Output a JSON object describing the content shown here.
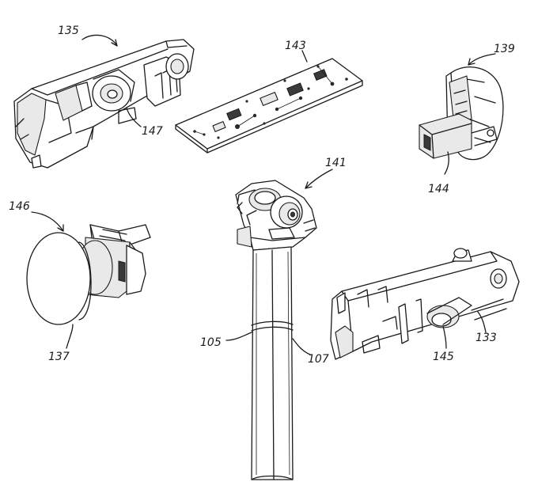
{
  "labels": {
    "l135": "135",
    "l143": "143",
    "l139": "139",
    "l147": "147",
    "l144": "144",
    "l141": "141",
    "l146": "146",
    "l105": "105",
    "l107": "107",
    "l133": "133",
    "l145": "145",
    "l137": "137"
  },
  "colors": {
    "line": "#1a1a1a",
    "background": "#ffffff",
    "shade": "#e9e9e9"
  }
}
